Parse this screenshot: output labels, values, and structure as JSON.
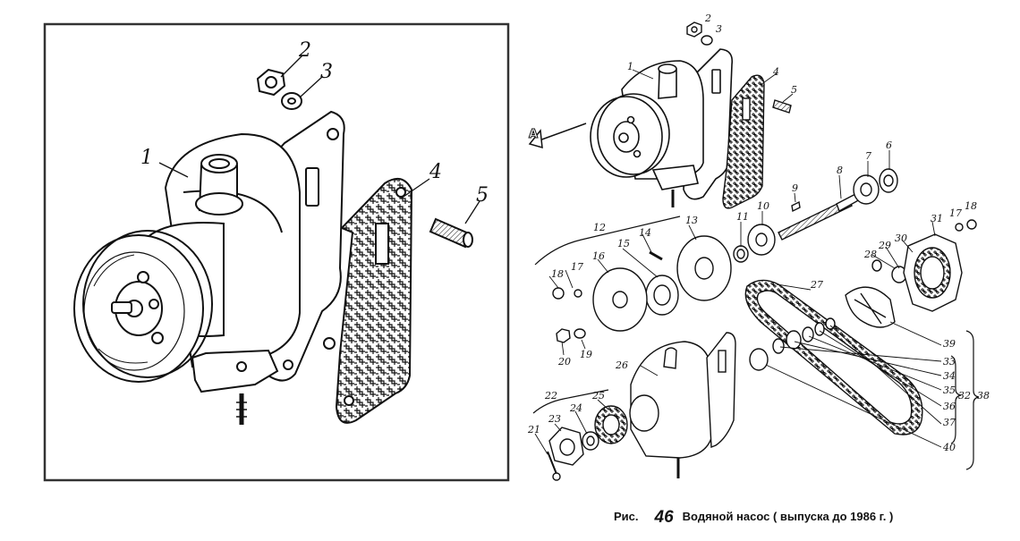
{
  "caption": {
    "prefix": "Рис.",
    "number": "46",
    "text": "Водяной насос ( выпуска до 1986 г. )"
  },
  "callouts_left": [
    "1",
    "2",
    "3",
    "4",
    "5"
  ],
  "callouts_right": [
    "1",
    "2",
    "3",
    "4",
    "5",
    "6",
    "7",
    "8",
    "9",
    "10",
    "11",
    "12",
    "13",
    "14",
    "15",
    "16",
    "17",
    "18",
    "17",
    "18",
    "19",
    "20",
    "21",
    "22",
    "23",
    "24",
    "25",
    "26",
    "27",
    "28",
    "29",
    "30",
    "31",
    "32",
    "33",
    "34",
    "35",
    "36",
    "37",
    "38",
    "39",
    "40"
  ],
  "view_marker": "А"
}
